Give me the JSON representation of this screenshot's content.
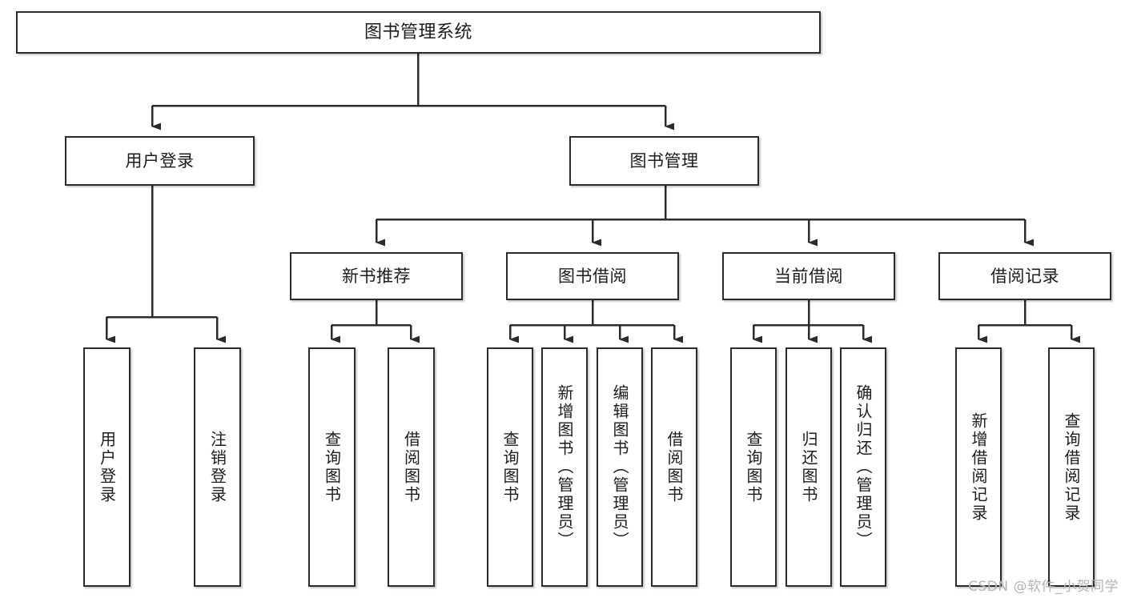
{
  "diagram": {
    "type": "tree",
    "title": "图书管理系统",
    "watermark": "CSDN @软件_小贺同学",
    "colors": {
      "box_border": "#2b2b2b",
      "box_fill": "#ffffff",
      "connector": "#2b2b2b",
      "text": "#1c1c1c",
      "watermark": "#b4b4b4"
    },
    "nodes": {
      "root": {
        "label": "图书管理系统"
      },
      "level2": [
        {
          "id": "user-login",
          "label": "用户登录"
        },
        {
          "id": "book-manage",
          "label": "图书管理"
        }
      ],
      "level3": [
        {
          "id": "new-book-recommend",
          "label": "新书推荐"
        },
        {
          "id": "book-borrow",
          "label": "图书借阅"
        },
        {
          "id": "current-borrow",
          "label": "当前借阅"
        },
        {
          "id": "borrow-record",
          "label": "借阅记录"
        }
      ],
      "leaves": {
        "user-login": [
          {
            "id": "leaf-user-login",
            "label": "用户登录"
          },
          {
            "id": "leaf-logout-login",
            "label": "注销登录"
          }
        ],
        "new-book-recommend": [
          {
            "id": "leaf-query-book-1",
            "label": "查询图书"
          },
          {
            "id": "leaf-borrow-book-1",
            "label": "借阅图书"
          }
        ],
        "book-borrow": [
          {
            "id": "leaf-query-book-2",
            "label": "查询图书"
          },
          {
            "id": "leaf-add-book",
            "label": "新增图书（管理员）"
          },
          {
            "id": "leaf-edit-book",
            "label": "编辑图书（管理员）"
          },
          {
            "id": "leaf-borrow-book-2",
            "label": "借阅图书"
          }
        ],
        "current-borrow": [
          {
            "id": "leaf-query-book-3",
            "label": "查询图书"
          },
          {
            "id": "leaf-return-book",
            "label": "归还图书"
          },
          {
            "id": "leaf-confirm-return",
            "label": "确认归还（管理员）"
          }
        ],
        "borrow-record": [
          {
            "id": "leaf-add-record",
            "label": "新增借阅记录"
          },
          {
            "id": "leaf-query-record",
            "label": "查询借阅记录"
          }
        ]
      }
    }
  }
}
